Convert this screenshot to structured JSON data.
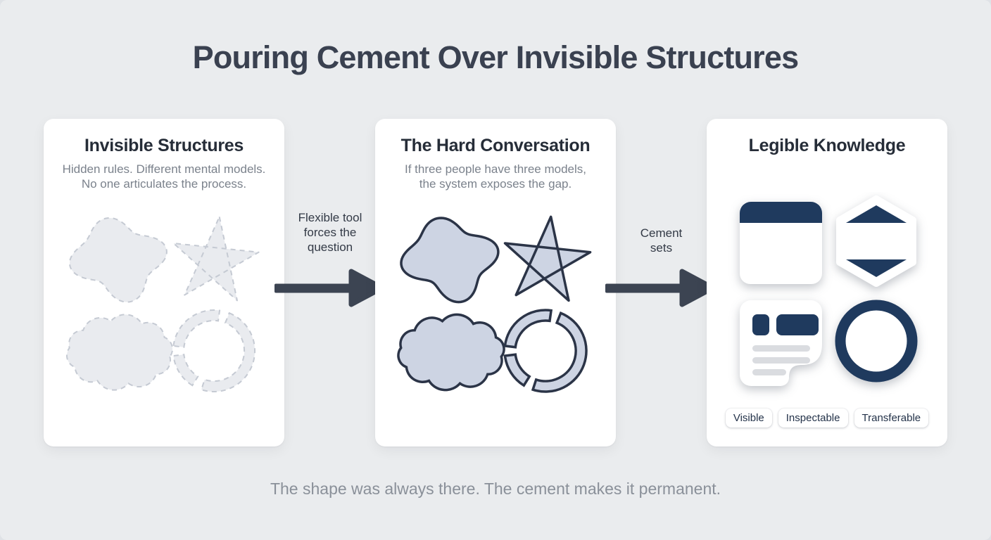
{
  "title": "Pouring Cement Over Invisible Structures",
  "caption": "The shape was always there. The cement makes it permanent.",
  "panels": [
    {
      "title": "Invisible Structures",
      "subtitle": "Hidden rules. Different mental models.\nNo one articulates the process."
    },
    {
      "title": "The Hard Conversation",
      "subtitle": "If three people have three models,\nthe system exposes the gap."
    },
    {
      "title": "Legible Knowledge",
      "subtitle": ""
    }
  ],
  "arrows": [
    {
      "label": "Flexible tool\nforces the\nquestion"
    },
    {
      "label": "Cement\nsets"
    }
  ],
  "badges": [
    "Visible",
    "Inspectable",
    "Transferable"
  ],
  "shape_names": {
    "invisible": [
      "dashed-blob",
      "dashed-star",
      "dashed-cloud",
      "dashed-broken-ring"
    ],
    "conversation": [
      "outlined-blob",
      "outlined-star",
      "outlined-cloud",
      "outlined-broken-ring"
    ],
    "legible": [
      "window-card",
      "hexagon-badge",
      "document-card",
      "ring"
    ]
  },
  "colors": {
    "background": "#eaecee",
    "panel": "#ffffff",
    "heading": "#3a4150",
    "subtitle": "#7b828c",
    "caption": "#8a9099",
    "arrow": "#3c4452",
    "ghost_fill": "#e9ebef",
    "ghost_stroke": "#c5cad3",
    "solid_fill": "#cdd4e3",
    "solid_stroke": "#2b3447",
    "navy": "#1f3a5e",
    "doc_line": "#dadce0",
    "badge_text": "#233249"
  }
}
